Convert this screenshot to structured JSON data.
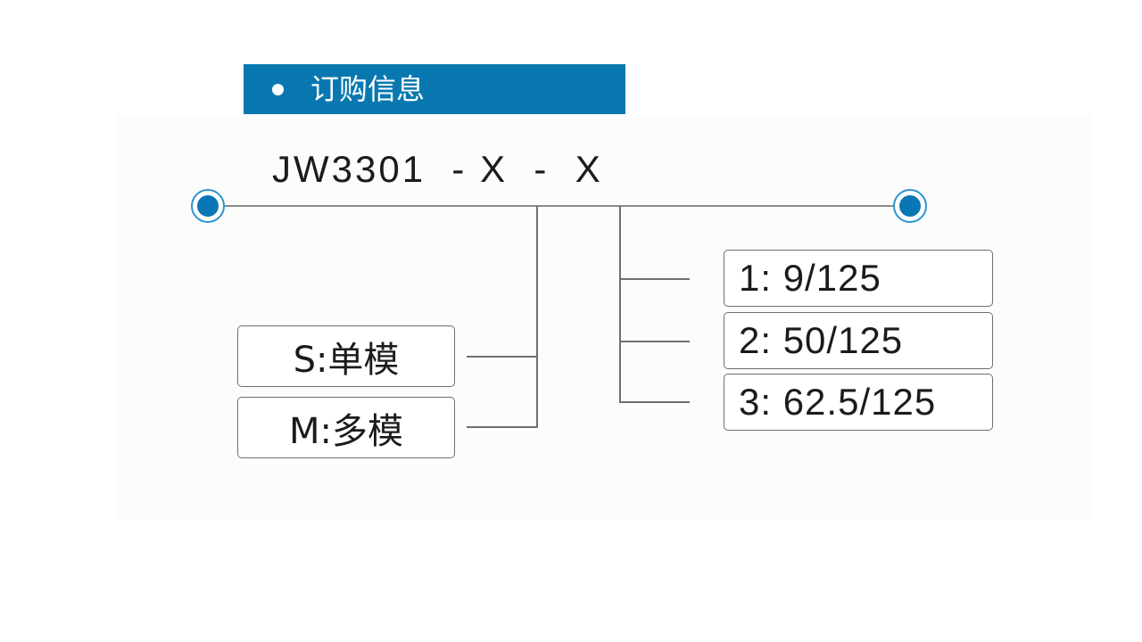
{
  "header": {
    "title": "订购信息"
  },
  "diagram": {
    "model_code": "JW3301  - X  -  X",
    "mode_options": [
      {
        "label": "S:单模"
      },
      {
        "label": "M:多模"
      }
    ],
    "fiber_options": [
      {
        "label": "1: 9/125"
      },
      {
        "label": "2: 50/125"
      },
      {
        "label": "3: 62.5/125"
      }
    ]
  },
  "colors": {
    "banner": "#0a78b0",
    "terminal": "#0b76b5",
    "terminal_ring": "#2c95cf",
    "line": "#6f6f6f",
    "panel": "#fcfcfd"
  },
  "icons": {
    "header_bullet": "white-dot-icon",
    "terminal": "blue-terminal-circle-icon"
  }
}
